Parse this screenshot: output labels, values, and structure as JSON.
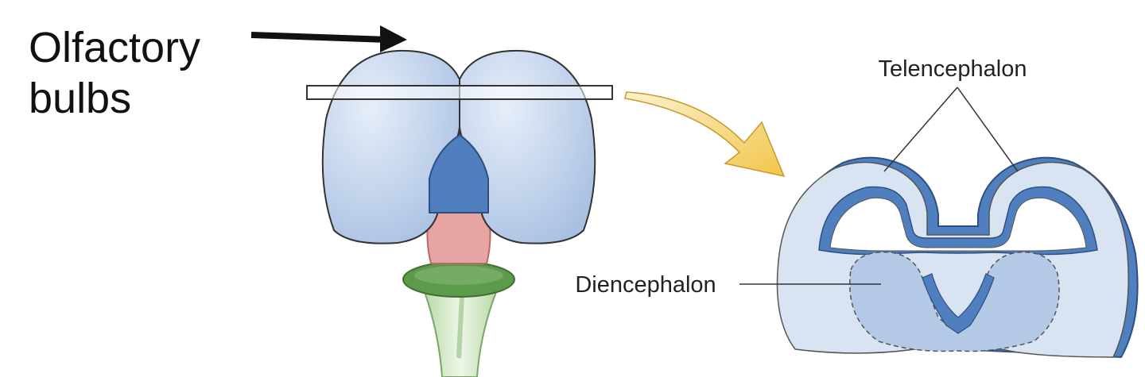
{
  "labels": {
    "olfactory_line1": "Olfactory",
    "olfactory_line2": "bulbs",
    "telencephalon": "Telencephalon",
    "diencephalon": "Diencephalon"
  },
  "colors": {
    "hemisphere_fill": "#bcd0ea",
    "hemisphere_stroke": "#333333",
    "dark_blue": "#4f7fbf",
    "light_section": "#d9e4f3",
    "mid_section": "#b4c9e6",
    "pink": "#e8a3a3",
    "green": "#5d9a4b",
    "light_green": "#cfe6c1",
    "arrow_yellow": "#f2c64a"
  }
}
